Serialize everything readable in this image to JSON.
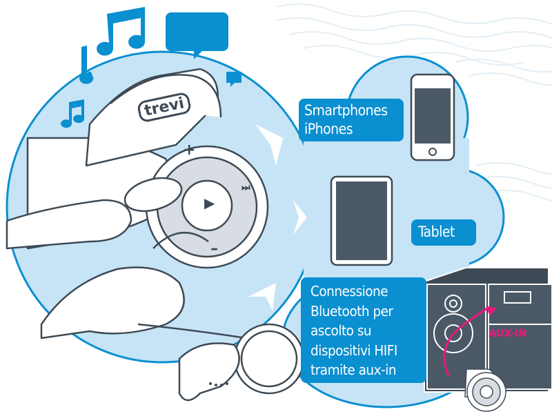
{
  "brand": {
    "logo_text": "trevi"
  },
  "labels": {
    "smartphones": {
      "line1": "Smartphones",
      "line2": "iPhones"
    },
    "tablet": "Tablet",
    "bluetooth": {
      "line1": "Connessione",
      "line2": "Bluetooth per",
      "line3": "ascolto su",
      "line4": "dispositivi HIFI",
      "line5": "tramite aux-in"
    },
    "aux_in": "AUX-IN"
  },
  "controls": {
    "plus": "+",
    "minus": "–",
    "play": "▶",
    "next": "⏭"
  },
  "colors": {
    "label_blue": "#0a8fd0",
    "bubble_blue": "#c6e4f6",
    "device_dark": "#4b5967",
    "aux_pink": "#e6197e"
  }
}
